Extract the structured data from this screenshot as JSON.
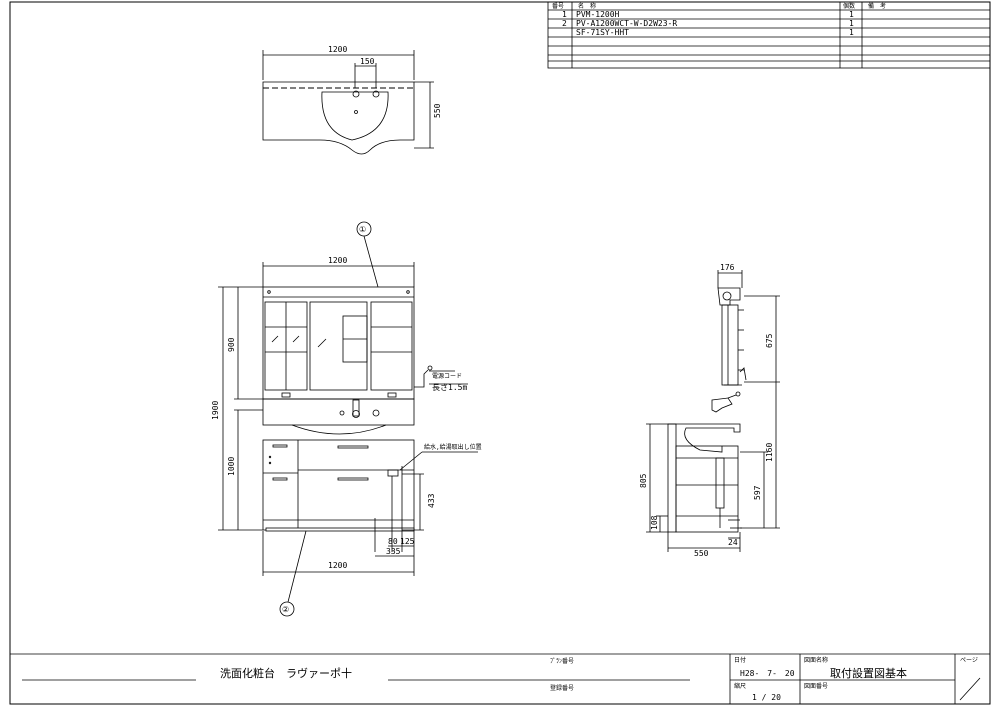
{
  "parts_table": {
    "headers": [
      "番号",
      "名　称",
      "個数",
      "備　考"
    ],
    "rows": [
      {
        "no": "1",
        "name": "PVM-1200H",
        "qty": "1",
        "note": ""
      },
      {
        "no": "2",
        "name": "PV-A1200WCT-W-D2W23-R",
        "qty": "1",
        "note": ""
      },
      {
        "no": "",
        "name": "SF-71SY-HHT",
        "qty": "1",
        "note": ""
      },
      {
        "no": "",
        "name": "",
        "qty": "",
        "note": ""
      },
      {
        "no": "",
        "name": "",
        "qty": "",
        "note": ""
      },
      {
        "no": "",
        "name": "",
        "qty": "",
        "note": ""
      }
    ]
  },
  "top_view": {
    "width": "1200",
    "faucet_spacing": "150",
    "depth": "550"
  },
  "front_view": {
    "callout_1": "①",
    "callout_2": "②",
    "width_top": "1200",
    "width_bottom": "1200",
    "total_height": "1900",
    "mirror_height": "900",
    "counter_height": "1000",
    "pipe_height": "433",
    "pipe_offset_a": "80",
    "pipe_offset_b": "125",
    "pipe_offset_c": "335",
    "cord_label_1": "電源コード",
    "cord_label_2": "長さ1.5m",
    "water_label": "給水,給湯取出し位置"
  },
  "side_view": {
    "mirror_depth": "176",
    "mirror_height": "675",
    "cabinet_height": "805",
    "upper_height": "1160",
    "floor_height": "597",
    "base_height": "108",
    "toe": "24",
    "depth": "550"
  },
  "title_block": {
    "product_name": "洗面化粧台　ラヴァーポ十",
    "plan_label": "ﾌﾟﾗﾝ番号",
    "drawing_no_label": "登録番号",
    "date_label": "日付",
    "date_value": "H28-　7-　20",
    "scale_label": "縮尺",
    "scale_value": "1 / 20",
    "drawing_name_label": "図面名称",
    "drawing_name": "取付設置図基本",
    "drawing_code_label": "図面番号",
    "page_label": "ページ"
  }
}
